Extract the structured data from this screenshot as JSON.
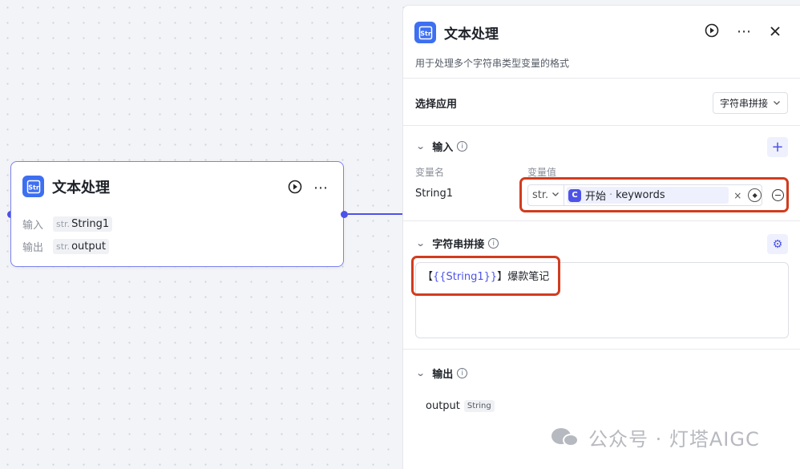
{
  "node": {
    "title": "文本处理",
    "icon_text": "Str",
    "input_label": "输入",
    "output_label": "输出",
    "input_type": "str.",
    "input_var": "String1",
    "output_type": "str.",
    "output_var": "output"
  },
  "panel": {
    "title": "文本处理",
    "icon_text": "Str",
    "description": "用于处理多个字符串类型变量的格式",
    "app_select_label": "选择应用",
    "app_select_value": "字符串拼接",
    "input_section": {
      "title": "输入",
      "col_name": "变量名",
      "col_value": "变量值",
      "var_name": "String1",
      "type": "str.",
      "ref_source": "开始",
      "ref_icon": "C",
      "ref_var": "keywords",
      "ref_separator": "·"
    },
    "concat_section": {
      "title": "字符串拼接",
      "bracket_open": "【",
      "var_token": "{{String1}}",
      "bracket_close": "】",
      "suffix": "爆款笔记"
    },
    "output_section": {
      "title": "输出",
      "var": "output",
      "type": "String"
    }
  },
  "watermark": "公众号 · 灯塔AIGC",
  "colors": {
    "accent": "#4d53e8",
    "app_icon": "#3d6ff0",
    "highlight": "#d13c1e"
  }
}
